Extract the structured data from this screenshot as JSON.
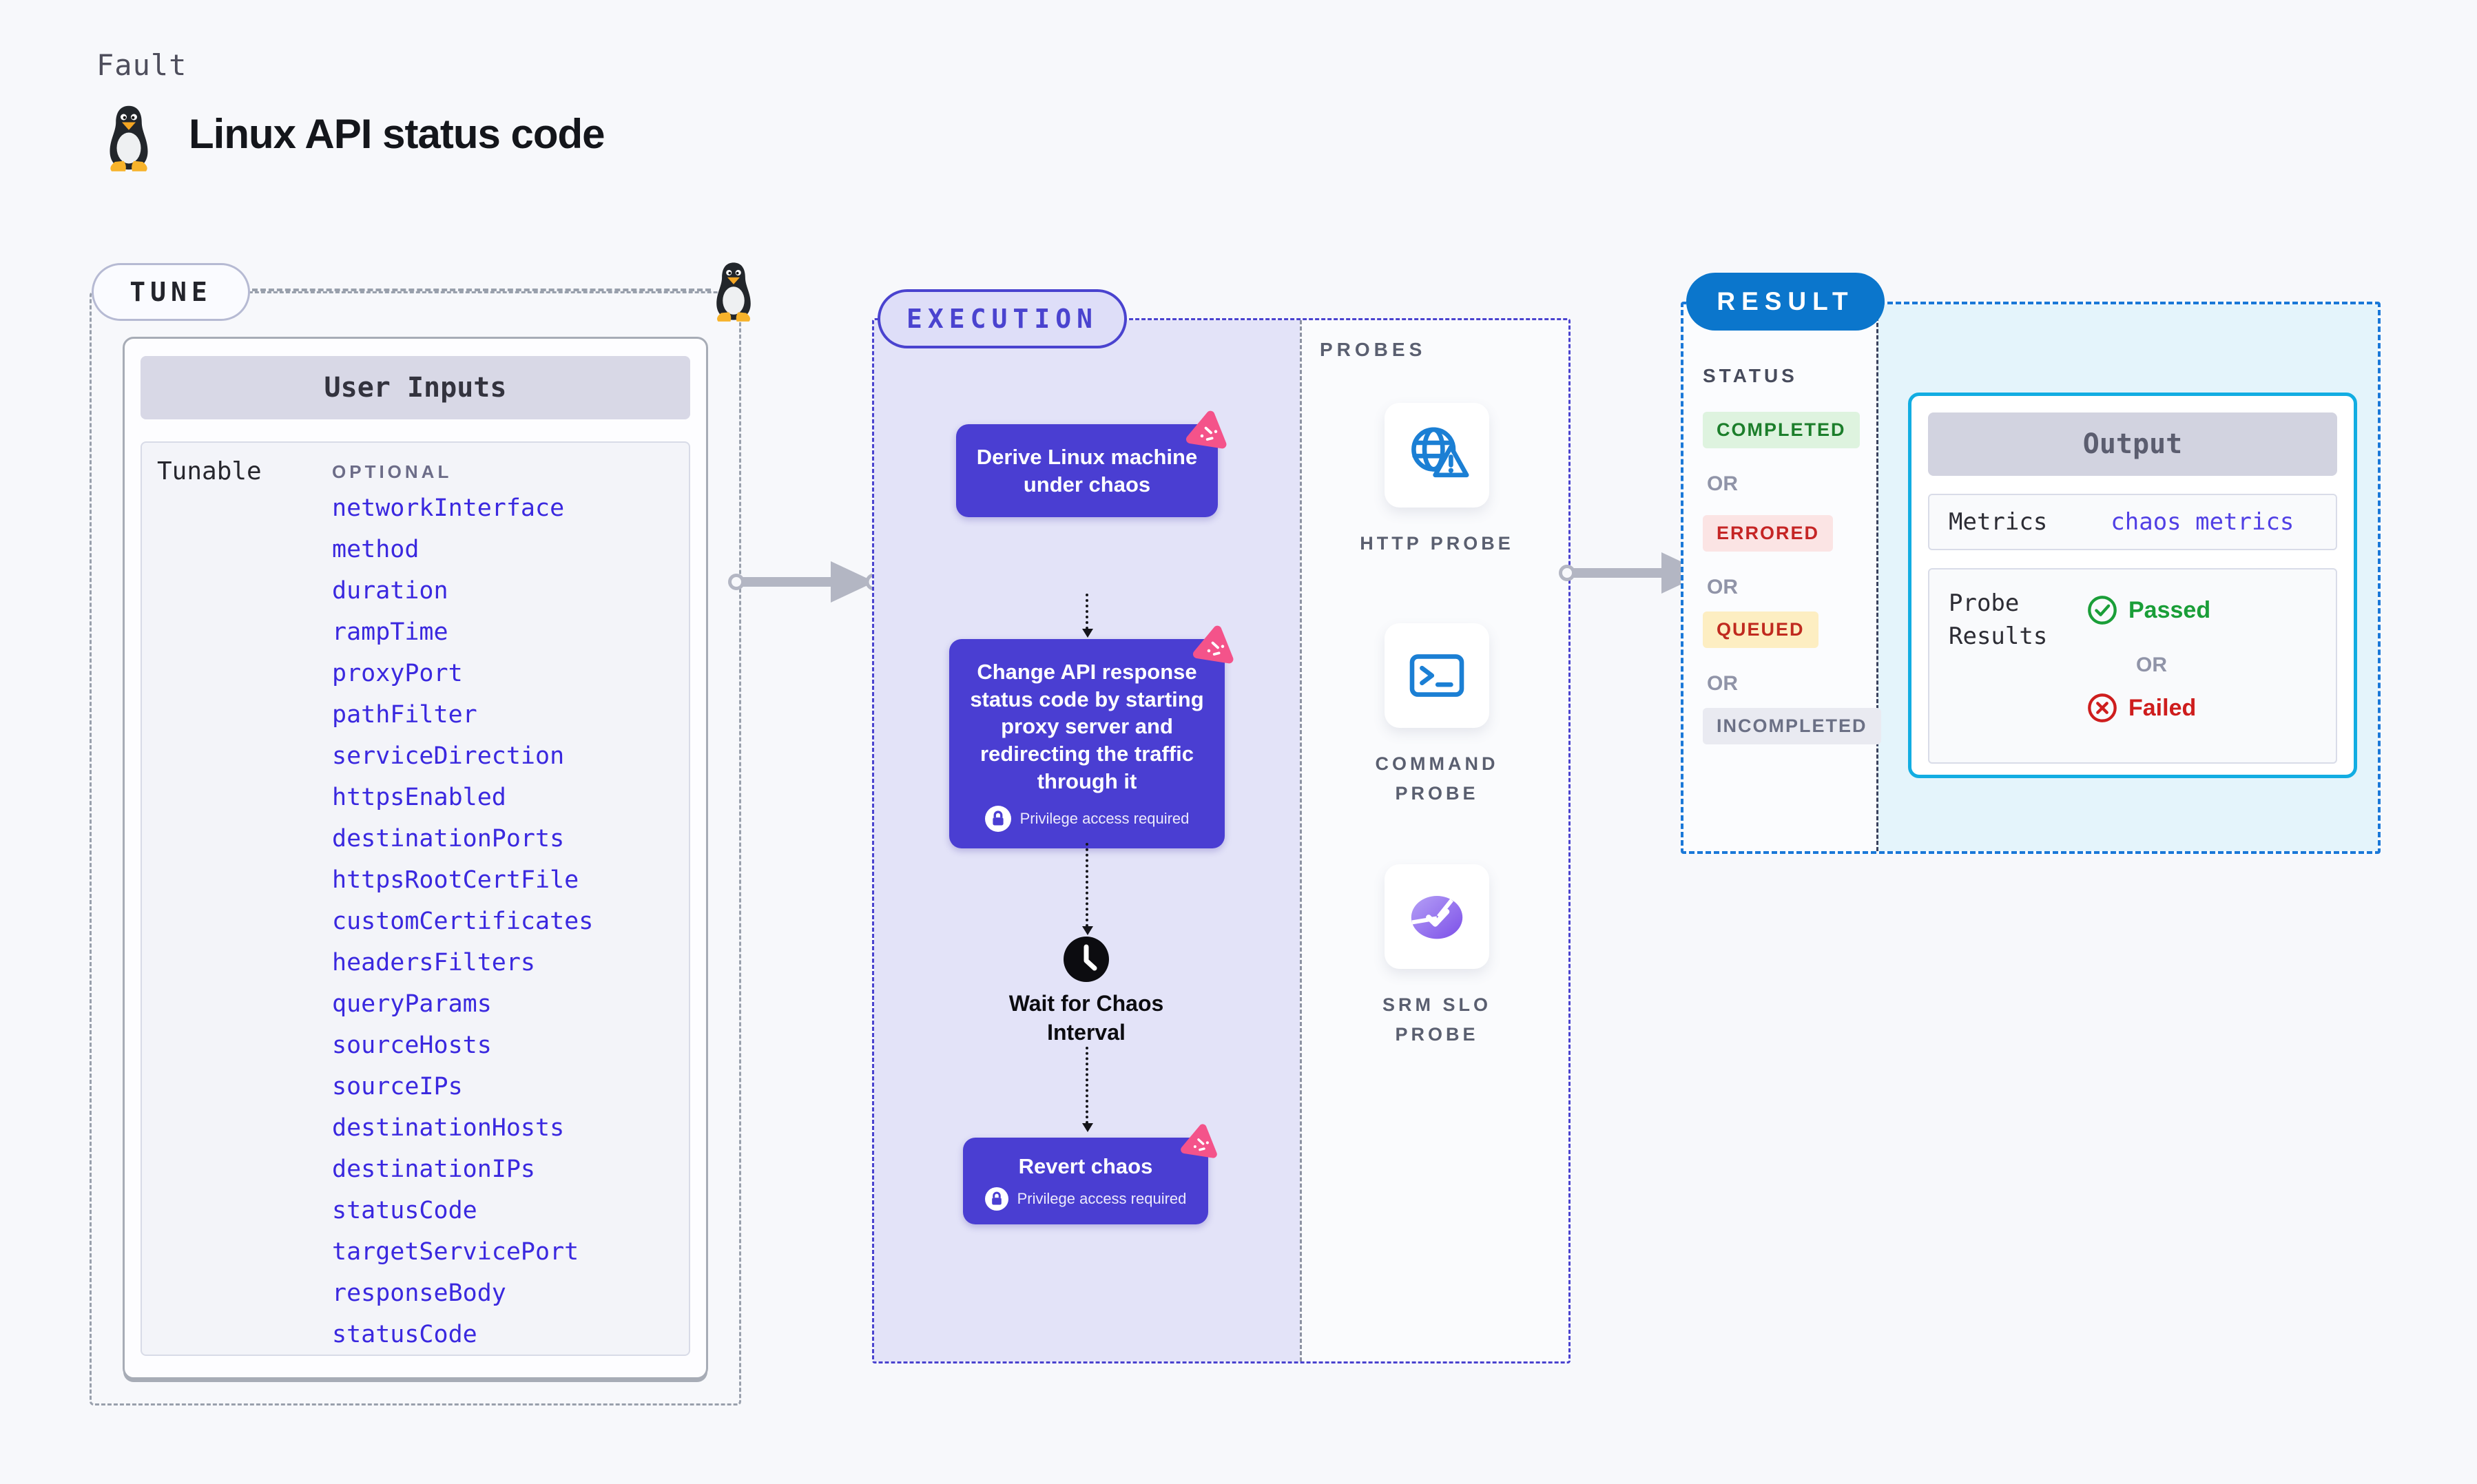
{
  "page": {
    "kicker": "Fault",
    "title": "Linux API status code"
  },
  "tune": {
    "badge": "TUNE",
    "panel_title": "User Inputs",
    "row_label": "Tunable",
    "column_label": "OPTIONAL",
    "params": [
      "networkInterface",
      "method",
      "duration",
      "rampTime",
      "proxyPort",
      "pathFilter",
      "serviceDirection",
      "httpsEnabled",
      "destinationPorts",
      "httpsRootCertFile",
      "customCertificates",
      "headersFilters",
      "queryParams",
      "sourceHosts",
      "sourceIPs",
      "destinationHosts",
      "destinationIPs",
      "statusCode",
      "targetServicePort",
      "responseBody",
      "statusCode"
    ]
  },
  "execution": {
    "badge": "EXECUTION",
    "steps": {
      "derive": "Derive Linux machine under chaos",
      "change": "Change API response status code by starting proxy server and redirecting the traffic through it",
      "wait": "Wait for Chaos Interval",
      "revert": "Revert chaos"
    },
    "privilege_note": "Privilege access required"
  },
  "probes": {
    "title": "PROBES",
    "items": [
      {
        "label": "HTTP PROBE",
        "icon": "http-probe-icon"
      },
      {
        "label": "COMMAND PROBE",
        "icon": "command-probe-icon"
      },
      {
        "label": "SRM SLO PROBE",
        "icon": "srm-slo-probe-icon"
      }
    ]
  },
  "result": {
    "badge": "RESULT",
    "status_label": "STATUS",
    "or_label": "OR",
    "statuses": [
      {
        "label": "COMPLETED",
        "fg": "#1c7e2b",
        "bg": "#def3df"
      },
      {
        "label": "ERRORED",
        "fg": "#c52525",
        "bg": "#fbe4e4"
      },
      {
        "label": "QUEUED",
        "fg": "#c02a1f",
        "bg": "#fdeec2"
      },
      {
        "label": "INCOMPLETED",
        "fg": "#6b7085",
        "bg": "#e9eaf1"
      }
    ],
    "output": {
      "title": "Output",
      "metrics_label": "Metrics",
      "metrics_value": "chaos metrics",
      "probe_results_label": "Probe Results",
      "passed_label": "Passed",
      "failed_label": "Failed",
      "or_label": "OR"
    }
  },
  "colors": {
    "page_bg": "#f7f8fb",
    "step_purple": "#4a3ed2",
    "execution_fill": "#e3e3f8",
    "execution_border": "#4a43cf",
    "param_link_blue": "#3a28df",
    "result_pill_blue": "#0b76cc",
    "result_border_blue": "#1a78d8",
    "output_border_cyan": "#12ade2",
    "result_fill_cyan": "#e4f4fb",
    "chaos_pink": "#f4538a",
    "probe_icon_blue": "#1b7fd4",
    "passed_green": "#1a9e38",
    "failed_red": "#ce1d1d"
  }
}
